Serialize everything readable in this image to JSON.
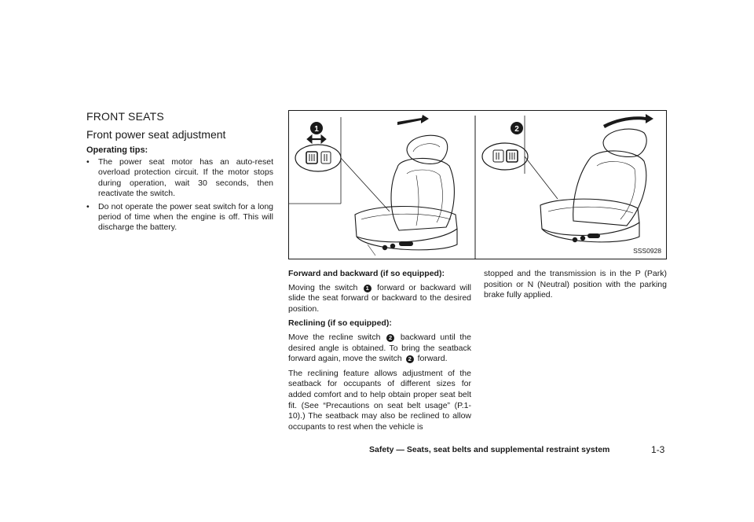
{
  "section_title": "FRONT SEATS",
  "sub_title": "Front power seat adjustment",
  "tips": {
    "heading": "Operating tips:",
    "bullet": "•",
    "items": [
      "The power seat motor has an auto-reset overload protection circuit. If the motor stops during operation, wait 30 seconds, then reactivate the switch.",
      "Do not operate the power seat switch for a long period of time when the engine is off. This will discharge the battery."
    ]
  },
  "figure": {
    "code": "SSS0928",
    "callout_1": "1",
    "callout_2": "2"
  },
  "forward": {
    "heading": "Forward and backward (if so equipped):",
    "text_a": "Moving the switch",
    "num": "1",
    "text_b": "forward or backward will slide the seat forward or backward to the desired position."
  },
  "recline": {
    "heading": "Reclining (if so equipped):",
    "p1_a": "Move the recline switch",
    "p1_num": "2",
    "p1_b": "backward until the desired angle is obtained. To bring the seatback forward again, move the switch",
    "p1_num2": "2",
    "p1_c": "forward.",
    "p2": "The reclining feature allows adjustment of the seatback for occupants of different sizes for added comfort and to help obtain proper seat belt fit. (See “Precautions on seat belt usage” (P.1-10).) The seatback may also be reclined to allow occupants to rest when the vehicle is",
    "p3": "stopped and the transmission is in the P (Park) position or N (Neutral) position with the parking brake fully applied."
  },
  "footer": {
    "text": "Safety — Seats, seat belts and supplemental restraint system",
    "page": "1-3"
  }
}
